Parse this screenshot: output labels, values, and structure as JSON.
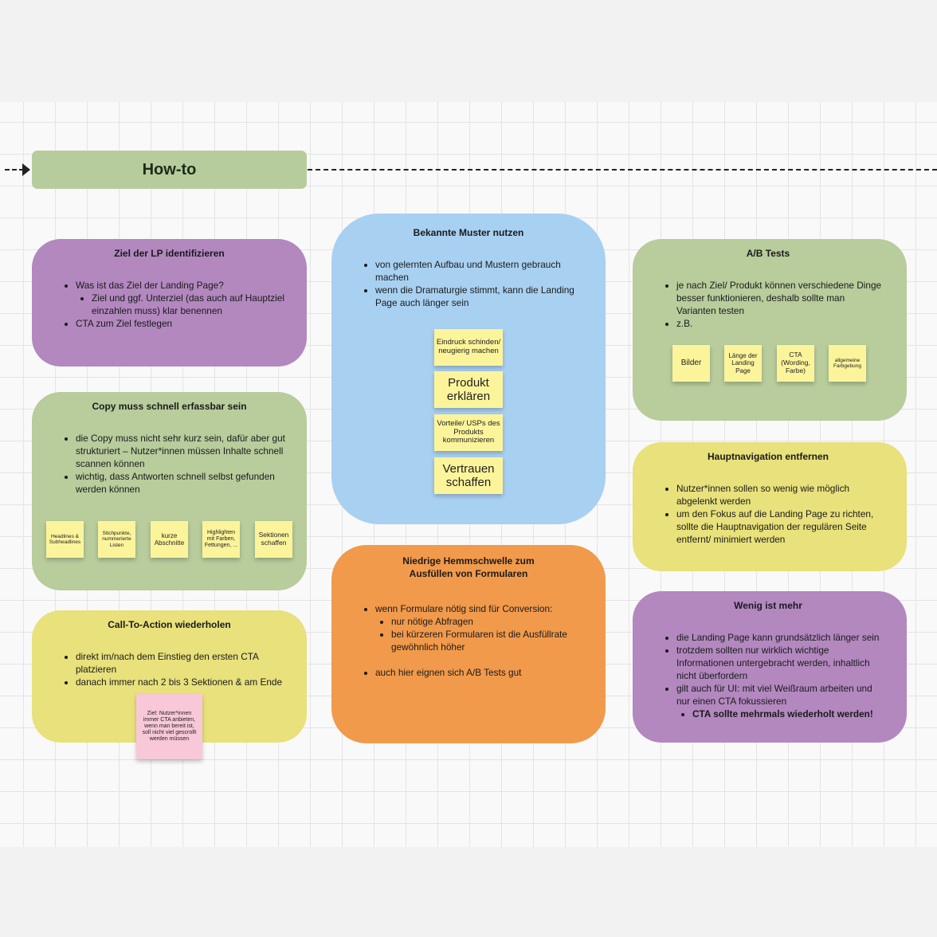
{
  "howto": {
    "title": "How-to"
  },
  "cards": {
    "ziel": {
      "title": "Ziel der LP identifizieren",
      "b1": "Was ist das Ziel der Landing Page?",
      "b1a": "Ziel und ggf. Unterziel (das auch auf Hauptziel einzahlen muss) klar benennen",
      "b2": "CTA zum Ziel festlegen"
    },
    "copy": {
      "title": "Copy muss schnell erfassbar sein",
      "b1": "die Copy muss nicht sehr kurz sein, dafür aber gut strukturiert – Nutzer*innen müssen Inhalte schnell scannen können",
      "b2": "wichtig, dass Antworten schnell selbst gefunden werden können",
      "stickies": [
        "Headlines & Subheadlines",
        "Stichpunkte, nummerierte Listen",
        "kurze Abschnitte",
        "Highlighten mit Farben, Fettungen, ...",
        "Sektionen schaffen"
      ]
    },
    "cta": {
      "title": "Call-To-Action wiederholen",
      "b1": "direkt im/nach dem Einstieg den ersten CTA platzieren",
      "b2": "danach immer nach 2 bis 3 Sektionen & am Ende",
      "sticky": "Ziel: Nutzer*innen immer CTA anbieten, wenn man bereit ist, soll nicht viel gescrollt werden müssen"
    },
    "muster": {
      "title": "Bekannte Muster nutzen",
      "b1": "von gelernten Aufbau und Mustern gebrauch machen",
      "b2": "wenn die Dramaturgie stimmt, kann die Landing Page auch länger sein",
      "stickies": [
        "Eindruck schinden/ neugierig machen",
        "Produkt erklären",
        "Vorteile/ USPs des Produkts kommunizieren",
        "Vertrauen schaffen"
      ]
    },
    "hemm": {
      "title": "Niedrige Hemmschwelle zum Ausfüllen von Formularen",
      "b1": "wenn Formulare nötig sind für Conversion:",
      "b1a": "nur nötige Abfragen",
      "b1b": "bei kürzeren Formularen ist die Ausfüllrate gewöhnlich höher",
      "b2": "auch hier eignen sich A/B Tests gut"
    },
    "ab": {
      "title": "A/B Tests",
      "b1": "je nach Ziel/ Produkt können verschiedene Dinge besser funktionieren, deshalb sollte man Varianten testen",
      "b2": "z.B.",
      "stickies": [
        "Bilder",
        "Länge der Landing Page",
        "CTA (Wording, Farbe)",
        "allgemeine Farbgebung"
      ]
    },
    "nav": {
      "title": "Hauptnavigation entfernen",
      "b1": "Nutzer*innen sollen so wenig wie möglich abgelenkt werden",
      "b2": "um den Fokus auf die Landing Page zu richten, sollte die Hauptnavigation der regulären Seite entfernt/ minimiert werden"
    },
    "wenig": {
      "title": "Wenig ist mehr",
      "b1": "die Landing Page kann grundsätzlich länger sein",
      "b2": "trotzdem sollten nur wirklich wichtige Informationen untergebracht werden, inhaltlich nicht überfordern",
      "b3": "gilt auch für UI: mit viel Weißraum arbeiten und nur einen CTA fokussieren",
      "b3a": "CTA sollte mehrmals wiederholt werden!"
    }
  }
}
